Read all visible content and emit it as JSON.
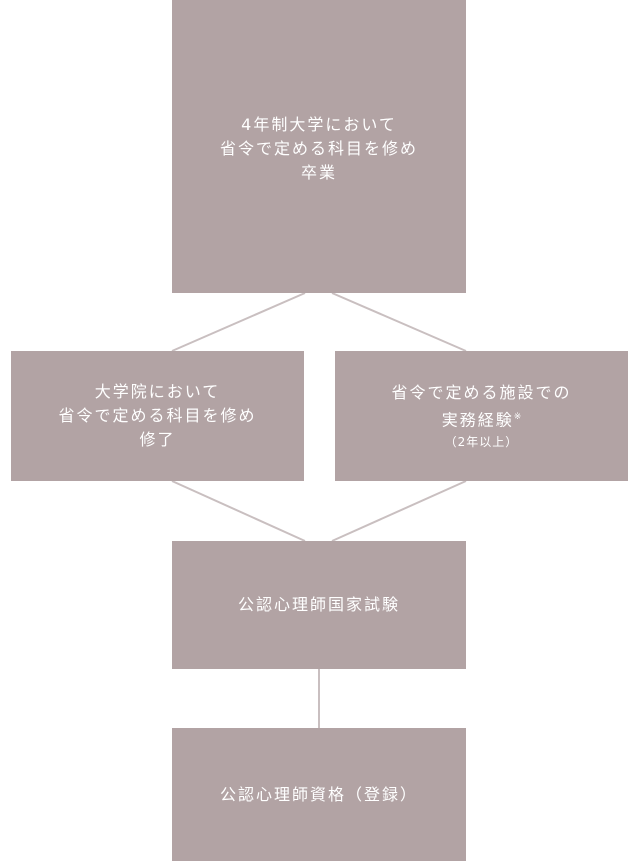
{
  "boxes": {
    "university": {
      "lines": [
        "4年制大学において",
        "省令で定める科目を修め",
        "卒業"
      ]
    },
    "graduate": {
      "lines": [
        "大学院において",
        "省令で定める科目を修め",
        "修了"
      ]
    },
    "practice": {
      "line1": "省令で定める施設での",
      "line2": "実務経験",
      "note_mark": "※",
      "line3": "（2年以上）"
    },
    "exam": {
      "label": "公認心理師国家試験"
    },
    "register": {
      "label": "公認心理師資格（登録）"
    }
  },
  "colors": {
    "box_fill": "#b2a3a4",
    "connector": "#c9bfc0",
    "text": "#ffffff"
  }
}
